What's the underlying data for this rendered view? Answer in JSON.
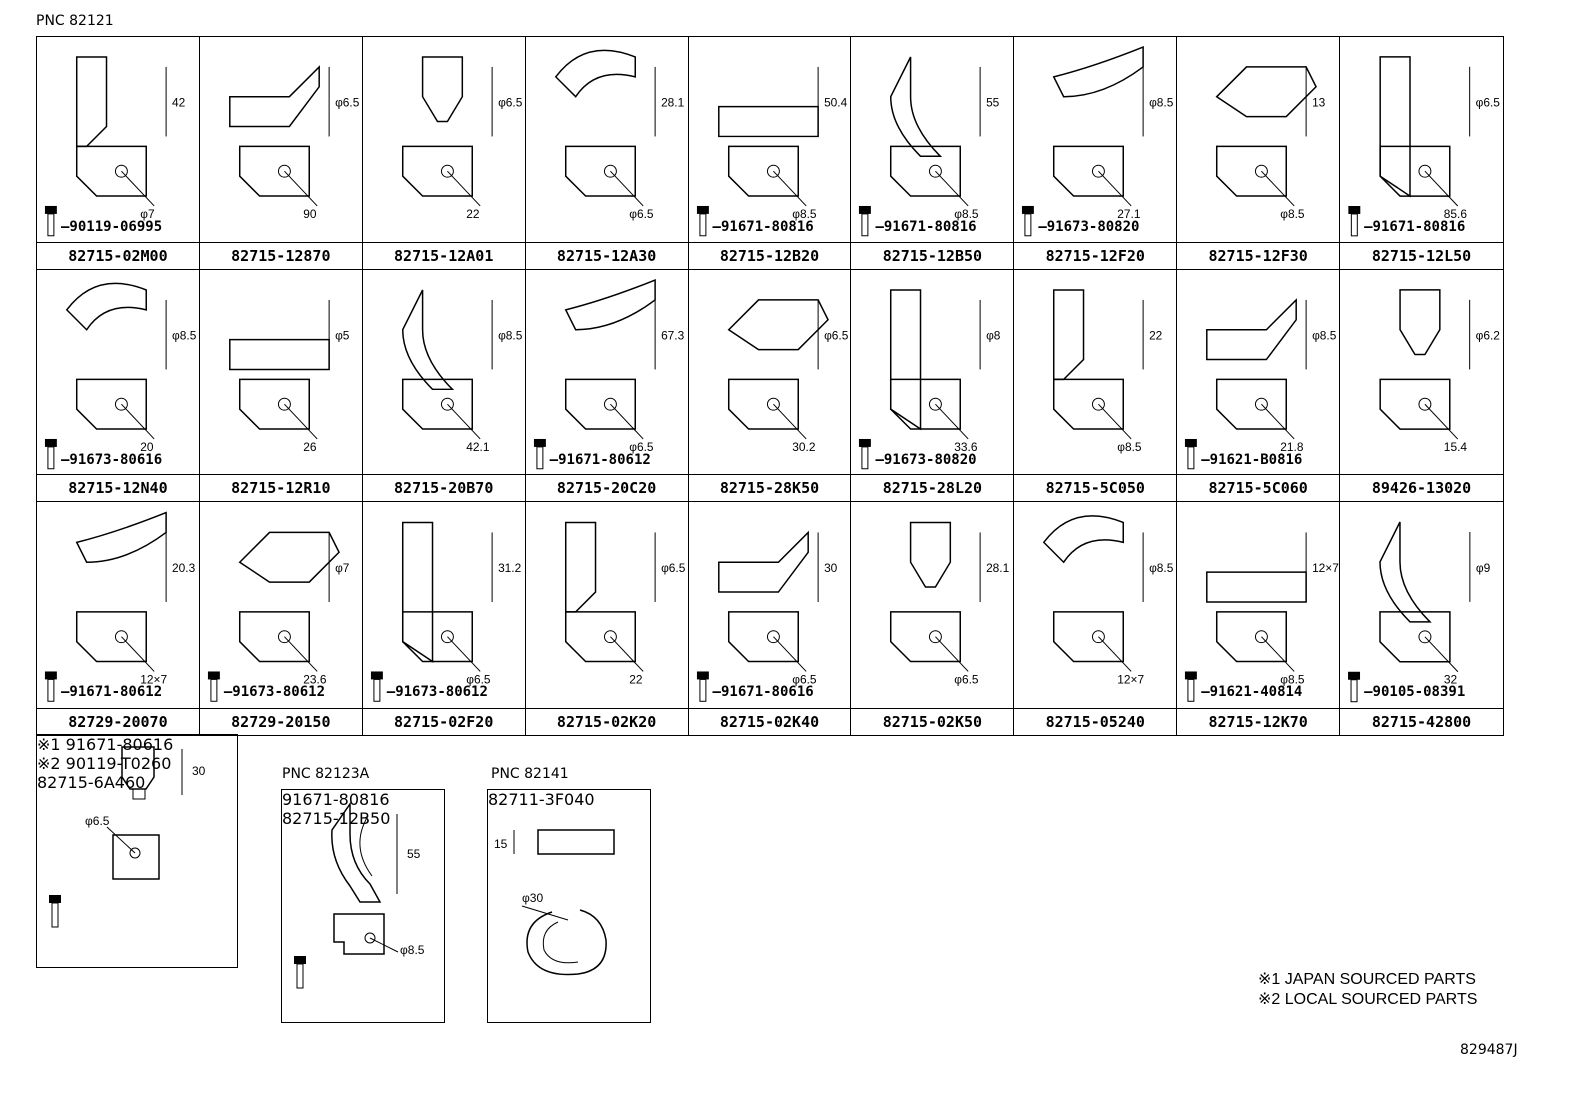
{
  "pnc_main": "PNC 82121",
  "pnc_a": "PNC 82123A",
  "pnc_b": "PNC 82141",
  "rows": [
    [
      {
        "part": "82715-02M00",
        "bolt": "90119-06995",
        "dims": [
          "42",
          "φ7"
        ]
      },
      {
        "part": "82715-12870",
        "bolt": "",
        "dims": [
          "φ6.5",
          "90"
        ]
      },
      {
        "part": "82715-12A01",
        "bolt": "",
        "dims": [
          "φ6.5",
          "22"
        ]
      },
      {
        "part": "82715-12A30",
        "bolt": "",
        "dims": [
          "28.1",
          "φ6.5"
        ]
      },
      {
        "part": "82715-12B20",
        "bolt": "91671-80816",
        "dims": [
          "50.4",
          "φ8.5"
        ]
      },
      {
        "part": "82715-12B50",
        "bolt": "91671-80816",
        "dims": [
          "55",
          "φ8.5"
        ]
      },
      {
        "part": "82715-12F20",
        "bolt": "91673-80820",
        "dims": [
          "φ8.5",
          "27.1"
        ]
      },
      {
        "part": "82715-12F30",
        "bolt": "",
        "dims": [
          "13",
          "φ8.5"
        ]
      },
      {
        "part": "82715-12L50",
        "bolt": "91671-80816",
        "dims": [
          "φ6.5",
          "85.6"
        ]
      }
    ],
    [
      {
        "part": "82715-12N40",
        "bolt": "91673-80616",
        "dims": [
          "φ8.5",
          "20"
        ]
      },
      {
        "part": "82715-12R10",
        "bolt": "",
        "dims": [
          "φ5",
          "26"
        ]
      },
      {
        "part": "82715-20B70",
        "bolt": "",
        "dims": [
          "φ8.5",
          "42.1"
        ]
      },
      {
        "part": "82715-20C20",
        "bolt": "91671-80612",
        "dims": [
          "67.3",
          "φ6.5"
        ]
      },
      {
        "part": "82715-28K50",
        "bolt": "",
        "dims": [
          "φ6.5",
          "30.2"
        ]
      },
      {
        "part": "82715-28L20",
        "bolt": "91673-80820",
        "dims": [
          "φ8",
          "33.6"
        ]
      },
      {
        "part": "82715-5C050",
        "bolt": "",
        "dims": [
          "22",
          "φ8.5"
        ]
      },
      {
        "part": "82715-5C060",
        "bolt": "91621-B0816",
        "dims": [
          "φ8.5",
          "21.8"
        ]
      },
      {
        "part": "89426-13020",
        "bolt": "",
        "dims": [
          "φ6.2",
          "15.4"
        ]
      }
    ],
    [
      {
        "part": "82729-20070",
        "bolt": "91671-80612",
        "dims": [
          "20.3",
          "12×7"
        ]
      },
      {
        "part": "82729-20150",
        "bolt": "91673-80612",
        "dims": [
          "φ7",
          "23.6"
        ]
      },
      {
        "part": "82715-02F20",
        "bolt": "91673-80612",
        "dims": [
          "31.2",
          "φ6.5"
        ]
      },
      {
        "part": "82715-02K20",
        "bolt": "",
        "dims": [
          "φ6.5",
          "22"
        ]
      },
      {
        "part": "82715-02K40",
        "bolt": "91671-80616",
        "dims": [
          "30",
          "φ6.5"
        ]
      },
      {
        "part": "82715-02K50",
        "bolt": "",
        "dims": [
          "28.1",
          "φ6.5"
        ]
      },
      {
        "part": "82715-05240",
        "bolt": "",
        "dims": [
          "φ8.5",
          "12×7"
        ]
      },
      {
        "part": "82715-12K70",
        "bolt": "91621-40814",
        "dims": [
          "12×7",
          "φ8.5"
        ]
      },
      {
        "part": "82715-42800",
        "bolt": "90105-08391",
        "dims": [
          "φ9",
          "32"
        ]
      }
    ]
  ],
  "bottom_cell": {
    "part": "82715-6A460",
    "bolt1": "※1 91671-80616",
    "bolt2": "※2 90119-T0260",
    "dims": [
      "30",
      "φ6.5"
    ]
  },
  "cell_a": {
    "part": "82715-12B50",
    "bolt": "91671-80816",
    "dims": [
      "55",
      "φ8.5"
    ]
  },
  "cell_b": {
    "part": "82711-3F040",
    "bolt": "",
    "dims": [
      "15",
      "φ30"
    ]
  },
  "notes": [
    "※1 JAPAN SOURCED PARTS",
    "※2 LOCAL SOURCED PARTS"
  ],
  "figure_id": "829487J"
}
